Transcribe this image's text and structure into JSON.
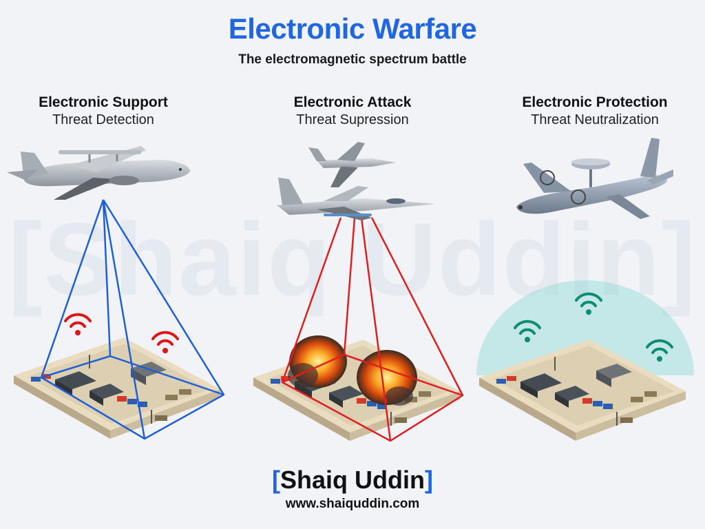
{
  "header": {
    "title": "Electronic Warfare",
    "subtitle": "The electromagnetic spectrum battle"
  },
  "columns": [
    {
      "heading": "Electronic Support",
      "subheading": "Threat Detection"
    },
    {
      "heading": "Electronic Attack",
      "subheading": "Threat Supression"
    },
    {
      "heading": "Electronic Protection",
      "subheading": "Threat Neutralization"
    }
  ],
  "watermark": "[Shaiq Uddin]",
  "footer": {
    "bracket_open": "[",
    "name": "Shaiq Uddin",
    "bracket_close": "]",
    "website": "www.shaiquddin.com"
  },
  "colors": {
    "title": "#1f66e0",
    "support_beam": "#1f5fd6",
    "attack_beam": "#e01e1e",
    "threat_signal": "#e01515",
    "protect_signal": "#0c8c72",
    "shield": "#9edcdb",
    "bracket": "#1f66e0"
  },
  "icons": {
    "signal": "wifi-signal-icon",
    "aircraft": "aircraft-icon",
    "base": "military-base-icon",
    "explosion": "explosion-icon"
  }
}
